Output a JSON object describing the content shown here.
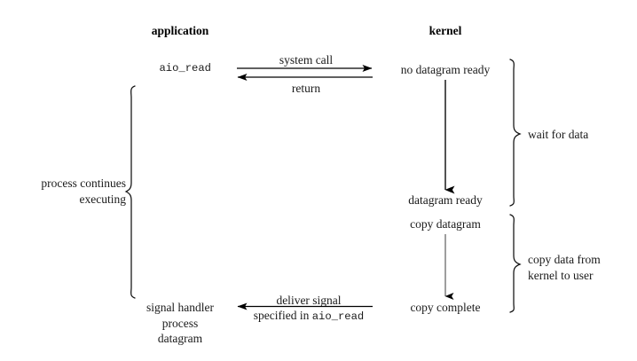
{
  "figure": {
    "title_application": "application",
    "title_kernel": "kernel",
    "headers": {
      "application": "application",
      "kernel": "kernel"
    },
    "application_side": {
      "call_label": "aio_read",
      "signal_handler_line1": "signal handler",
      "signal_handler_line2": "process",
      "signal_handler_line3": "datagram",
      "process_brace_line1": "process continues",
      "process_brace_line2": "executing"
    },
    "kernel_side": {
      "state_no_datagram": "no datagram ready",
      "state_datagram_ready": "datagram ready",
      "state_copy_datagram": "copy datagram",
      "state_copy_complete": "copy complete",
      "brace_wait": "wait for data",
      "brace_copy_line1": "copy data from",
      "brace_copy_line2": "kernel to user"
    },
    "arrows": {
      "system_call": "system call",
      "return": "return",
      "deliver_signal": "deliver signal",
      "specified_prefix": "specified in ",
      "specified_mono": "aio_read"
    },
    "colors": {
      "ink": "#1a1a1a",
      "line": "#000000",
      "faint_line": "#555555",
      "background": "#ffffff"
    }
  }
}
